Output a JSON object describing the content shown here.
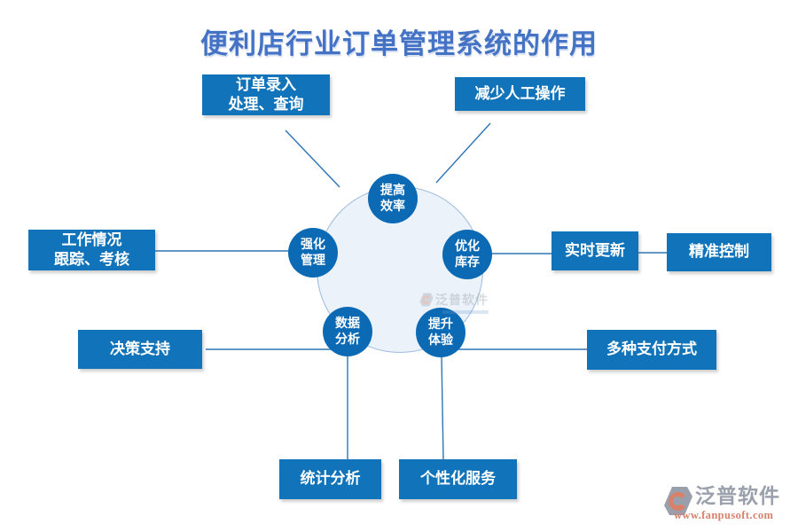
{
  "title": "便利店行业订单管理系统的作用",
  "colors": {
    "title_color": "#4472C4",
    "box_color": "#1173B9",
    "node_color": "#0C6AB5",
    "ring_fill": "#EBF2FA",
    "ring_border": "#9BB9DE",
    "line_color": "#2E75B6",
    "brand_gray": "#9AA1AC",
    "brand_orange": "#D9806A"
  },
  "nodes": [
    {
      "line1": "提高",
      "line2": "效率"
    },
    {
      "line1": "强化",
      "line2": "管理"
    },
    {
      "line1": "优化",
      "line2": "库存"
    },
    {
      "line1": "数据",
      "line2": "分析"
    },
    {
      "line1": "提升",
      "line2": "体验"
    }
  ],
  "boxes": [
    {
      "line1": "订单录入",
      "line2": "处理、查询"
    },
    {
      "line1": "减少人工操作",
      "line2": ""
    },
    {
      "line1": "工作情况",
      "line2": "跟踪、考核"
    },
    {
      "line1": "实时更新",
      "line2": ""
    },
    {
      "line1": "精准控制",
      "line2": ""
    },
    {
      "line1": "决策支持",
      "line2": ""
    },
    {
      "line1": "多种支付方式",
      "line2": ""
    },
    {
      "line1": "统计分析",
      "line2": ""
    },
    {
      "line1": "个性化服务",
      "line2": ""
    }
  ],
  "watermark": {
    "brand": "泛普软件",
    "url": "www.fanpusoft.com"
  },
  "center_watermark": {
    "brand": "泛普软件"
  }
}
